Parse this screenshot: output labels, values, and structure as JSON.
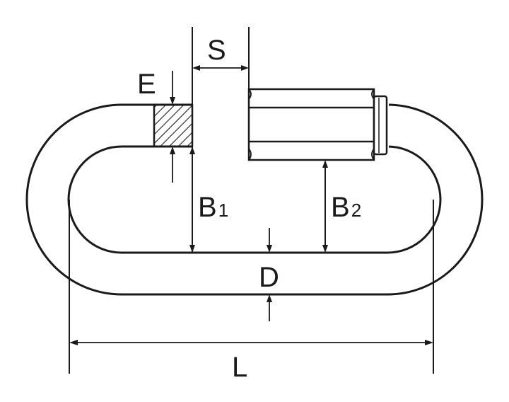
{
  "labels": {
    "S": "S",
    "E": "E",
    "B1_main": "B",
    "B1_sub": "1",
    "B2_main": "B",
    "B2_sub": "2",
    "D": "D",
    "L": "L"
  },
  "colors": {
    "line": "#1a1a1a",
    "background": "#ffffff"
  }
}
